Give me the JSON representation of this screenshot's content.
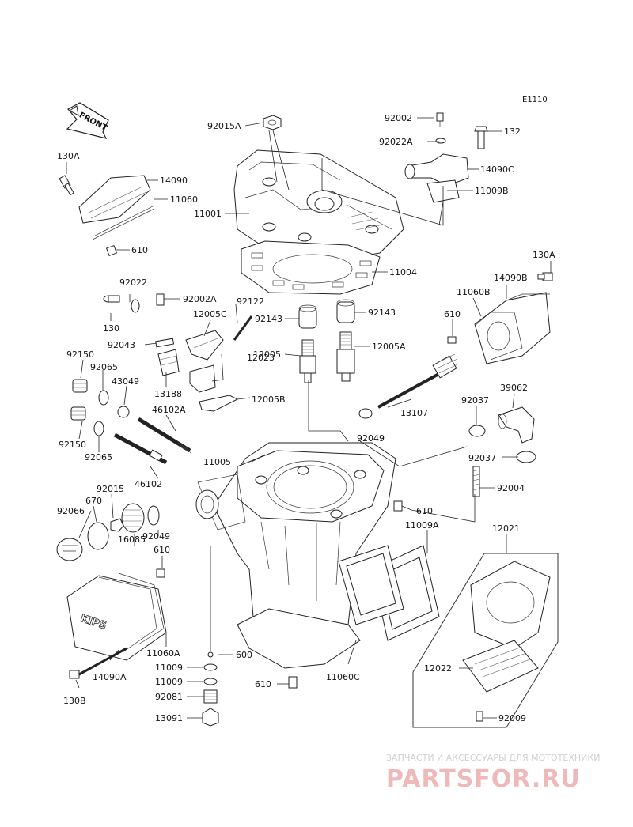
{
  "diagram_code": "E1110",
  "front_arrow": "FRONT",
  "labels": [
    {
      "id": "92015A",
      "text": "92015A"
    },
    {
      "id": "92002",
      "text": "92002"
    },
    {
      "id": "132",
      "text": "132"
    },
    {
      "id": "92022A",
      "text": "92022A"
    },
    {
      "id": "14090C",
      "text": "14090C"
    },
    {
      "id": "11009B",
      "text": "11009B"
    },
    {
      "id": "130A_top",
      "text": "130A"
    },
    {
      "id": "14090",
      "text": "14090"
    },
    {
      "id": "11060",
      "text": "11060"
    },
    {
      "id": "11001",
      "text": "11001"
    },
    {
      "id": "610_a",
      "text": "610"
    },
    {
      "id": "11004",
      "text": "11004"
    },
    {
      "id": "130A_right",
      "text": "130A"
    },
    {
      "id": "92022",
      "text": "92022"
    },
    {
      "id": "92002A",
      "text": "92002A"
    },
    {
      "id": "92122",
      "text": "92122"
    },
    {
      "id": "14090B",
      "text": "14090B"
    },
    {
      "id": "11060B",
      "text": "11060B"
    },
    {
      "id": "130",
      "text": "130"
    },
    {
      "id": "12005C",
      "text": "12005C"
    },
    {
      "id": "92143_a",
      "text": "92143"
    },
    {
      "id": "92143_b",
      "text": "92143"
    },
    {
      "id": "610_b",
      "text": "610"
    },
    {
      "id": "92043",
      "text": "92043"
    },
    {
      "id": "12005",
      "text": "12005"
    },
    {
      "id": "12005A",
      "text": "12005A"
    },
    {
      "id": "92150_a",
      "text": "92150"
    },
    {
      "id": "92065_a",
      "text": "92065"
    },
    {
      "id": "12023",
      "text": "12023"
    },
    {
      "id": "43049",
      "text": "43049"
    },
    {
      "id": "13188",
      "text": "13188"
    },
    {
      "id": "12005B",
      "text": "12005B"
    },
    {
      "id": "39062",
      "text": "39062"
    },
    {
      "id": "13107",
      "text": "13107"
    },
    {
      "id": "92037_a",
      "text": "92037"
    },
    {
      "id": "46102A",
      "text": "46102A"
    },
    {
      "id": "92150_b",
      "text": "92150"
    },
    {
      "id": "92065_b",
      "text": "92065"
    },
    {
      "id": "92049_a",
      "text": "92049"
    },
    {
      "id": "11005",
      "text": "11005"
    },
    {
      "id": "92037_b",
      "text": "92037"
    },
    {
      "id": "46102",
      "text": "46102"
    },
    {
      "id": "92004",
      "text": "92004"
    },
    {
      "id": "92015",
      "text": "92015"
    },
    {
      "id": "670",
      "text": "670"
    },
    {
      "id": "92066",
      "text": "92066"
    },
    {
      "id": "610_c",
      "text": "610"
    },
    {
      "id": "11009A",
      "text": "11009A"
    },
    {
      "id": "12021",
      "text": "12021"
    },
    {
      "id": "16085",
      "text": "16085"
    },
    {
      "id": "92049_b",
      "text": "92049"
    },
    {
      "id": "610_d",
      "text": "610"
    },
    {
      "id": "11060A",
      "text": "11060A"
    },
    {
      "id": "600",
      "text": "600"
    },
    {
      "id": "11009_a",
      "text": "11009"
    },
    {
      "id": "14090A",
      "text": "14090A"
    },
    {
      "id": "11009_b",
      "text": "11009"
    },
    {
      "id": "610_e",
      "text": "610"
    },
    {
      "id": "11060C",
      "text": "11060C"
    },
    {
      "id": "12022",
      "text": "12022"
    },
    {
      "id": "130B",
      "text": "130B"
    },
    {
      "id": "92081",
      "text": "92081"
    },
    {
      "id": "13091",
      "text": "13091"
    },
    {
      "id": "92009",
      "text": "92009"
    }
  ],
  "cover_emboss": "KIPS",
  "watermark": {
    "tagline": "ЗАПЧАСТИ И АКСЕССУАРЫ ДЛЯ МОТОТЕХНИКИ",
    "brand": "PARTSFOR.RU"
  },
  "colors": {
    "line": "#222222",
    "watermark_brand": "#f0b9b9",
    "watermark_tagline": "#d0d0d0"
  }
}
